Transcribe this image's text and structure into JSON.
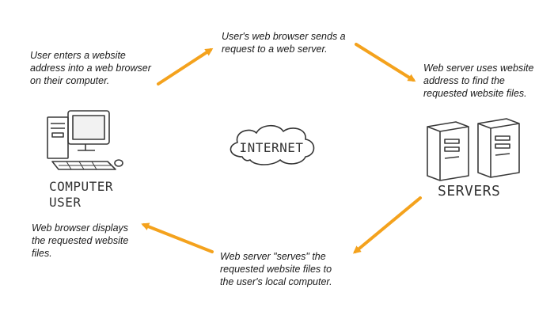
{
  "steps": {
    "user_enters": {
      "lines": [
        "User enters a website",
        "address into a web browser",
        "on their computer."
      ]
    },
    "browser_sends": {
      "lines": [
        "User's web browser sends a",
        "request to a web server."
      ]
    },
    "server_finds": {
      "lines": [
        "Web server uses website",
        "address to find the",
        "requested website files."
      ]
    },
    "server_serves": {
      "lines": [
        "Web server \"serves\" the",
        "requested website files to",
        "the user's local computer."
      ]
    },
    "browser_displays": {
      "lines": [
        "Web browser displays",
        "the requested website",
        "files."
      ]
    }
  },
  "nodes": {
    "computer_user": {
      "line1": "COMPUTER",
      "line2": "USER",
      "icon": "computer-icon"
    },
    "internet": {
      "label": "INTERNET",
      "icon": "cloud-icon"
    },
    "servers": {
      "label": "SERVERS",
      "icon": "server-icon"
    }
  },
  "colors": {
    "arrow": "#f4a21d",
    "ink": "#333333",
    "text": "#1a1a1a"
  }
}
